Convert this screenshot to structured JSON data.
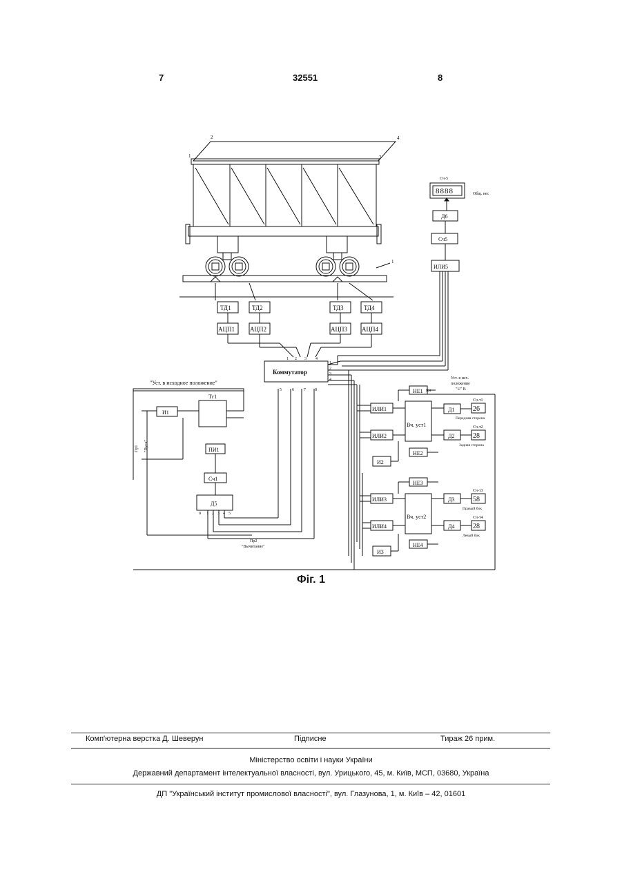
{
  "header": {
    "left_page": "7",
    "patent_number": "32551",
    "right_page": "8"
  },
  "figure": {
    "caption": "Фіг. 1",
    "callouts": [
      "2",
      "4",
      "1",
      "3",
      "1"
    ],
    "sensors": [
      "ТД1",
      "ТД2",
      "ТД3",
      "ТД4"
    ],
    "adcs": [
      "АЦП1",
      "АЦП2",
      "АЦП3",
      "АЦП4"
    ],
    "commutator": "Коммутатор",
    "commutator_inputs": [
      "1",
      "2",
      "3",
      "4"
    ],
    "commutator_outputs": [
      "1",
      "2",
      "3",
      "4"
    ],
    "commutator_ctrl": [
      "5",
      "6",
      "7",
      "8"
    ],
    "total_label": "Сч-5",
    "total_display": "8888",
    "total_caption": "Общ. вес",
    "d6": "Д6",
    "sch5": "Сч5",
    "or5": "ИЛИ5",
    "reset_title": "\"Уст. в исходное положение\"",
    "tr1": "Тг1",
    "i1": "И1",
    "pi1": "ПИ1",
    "sch1": "Сч1",
    "d5": "Д5",
    "d5_outputs": [
      "0",
      "1",
      "2",
      "3",
      "4",
      "5"
    ],
    "pr1": "Пр1",
    "pr1_note": "\"Пуск\"",
    "pr2": "Пр2",
    "pr2_note": "\"Вычитание\"",
    "ust_note_1": "Уст. в исх.",
    "ust_note_2": "положение",
    "ust_note_3": "\"U\" В",
    "kn": "Кн",
    "ne": [
      "НЕ1",
      "НЕ2",
      "НЕ3",
      "НЕ4"
    ],
    "or": [
      "ИЛИ1",
      "ИЛИ2",
      "ИЛИ3",
      "ИЛИ4"
    ],
    "i2": "И2",
    "i3": "И3",
    "vch1": "Вч. уст1",
    "vch2": "Вч. уст2",
    "dd": [
      "Д1",
      "Д2",
      "Д3",
      "Д4"
    ],
    "cnt_labels": [
      "Сч-т1",
      "Сч-т2",
      "Сч-т3",
      "Сч-т4"
    ],
    "cnt_displays": [
      "26",
      "28",
      "58",
      "28"
    ],
    "cnt_captions": [
      "Передняя сторона",
      "Задняя сторона",
      "Правый бок",
      "Левый бок"
    ]
  },
  "footer": {
    "typesetter": "Комп'ютерна верстка Д. Шеверун",
    "signed": "Підписне",
    "circulation": "Тираж 26 прим.",
    "ministry": "Міністерство освіти і науки України",
    "department": "Державний департамент інтелектуальної власності, вул. Урицького, 45, м. Київ, МСП, 03680, Україна",
    "institute": "ДП \"Український інститут промислової власності\", вул. Глазунова, 1, м. Київ – 42, 01601"
  }
}
